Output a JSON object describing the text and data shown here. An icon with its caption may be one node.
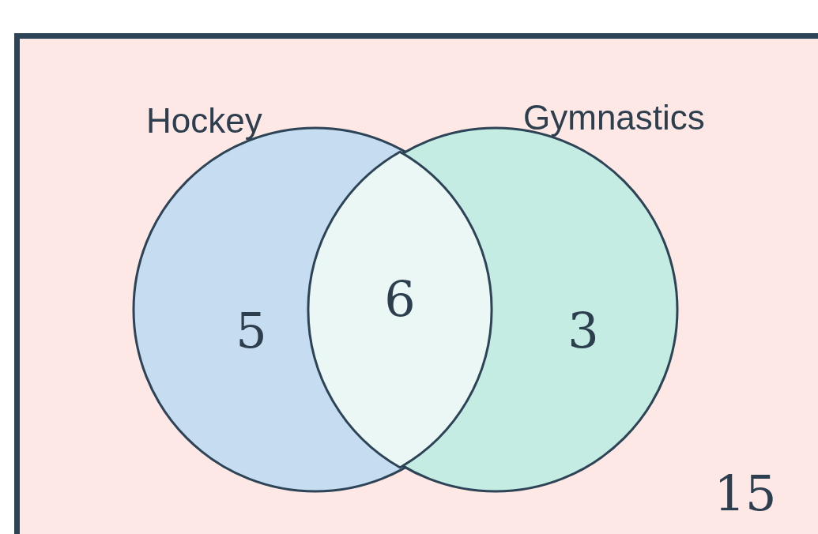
{
  "diagram": {
    "nodes": [
      {
        "text": [
          "15"
        ]
      },
      {
        "text": [
          "Hockey",
          "5"
        ],
        "in": 0
      },
      {
        "text": [
          "Gymnastics",
          "3"
        ],
        "in": 0
      }
    ],
    "labels": [
      "6"
    ]
  }
}
